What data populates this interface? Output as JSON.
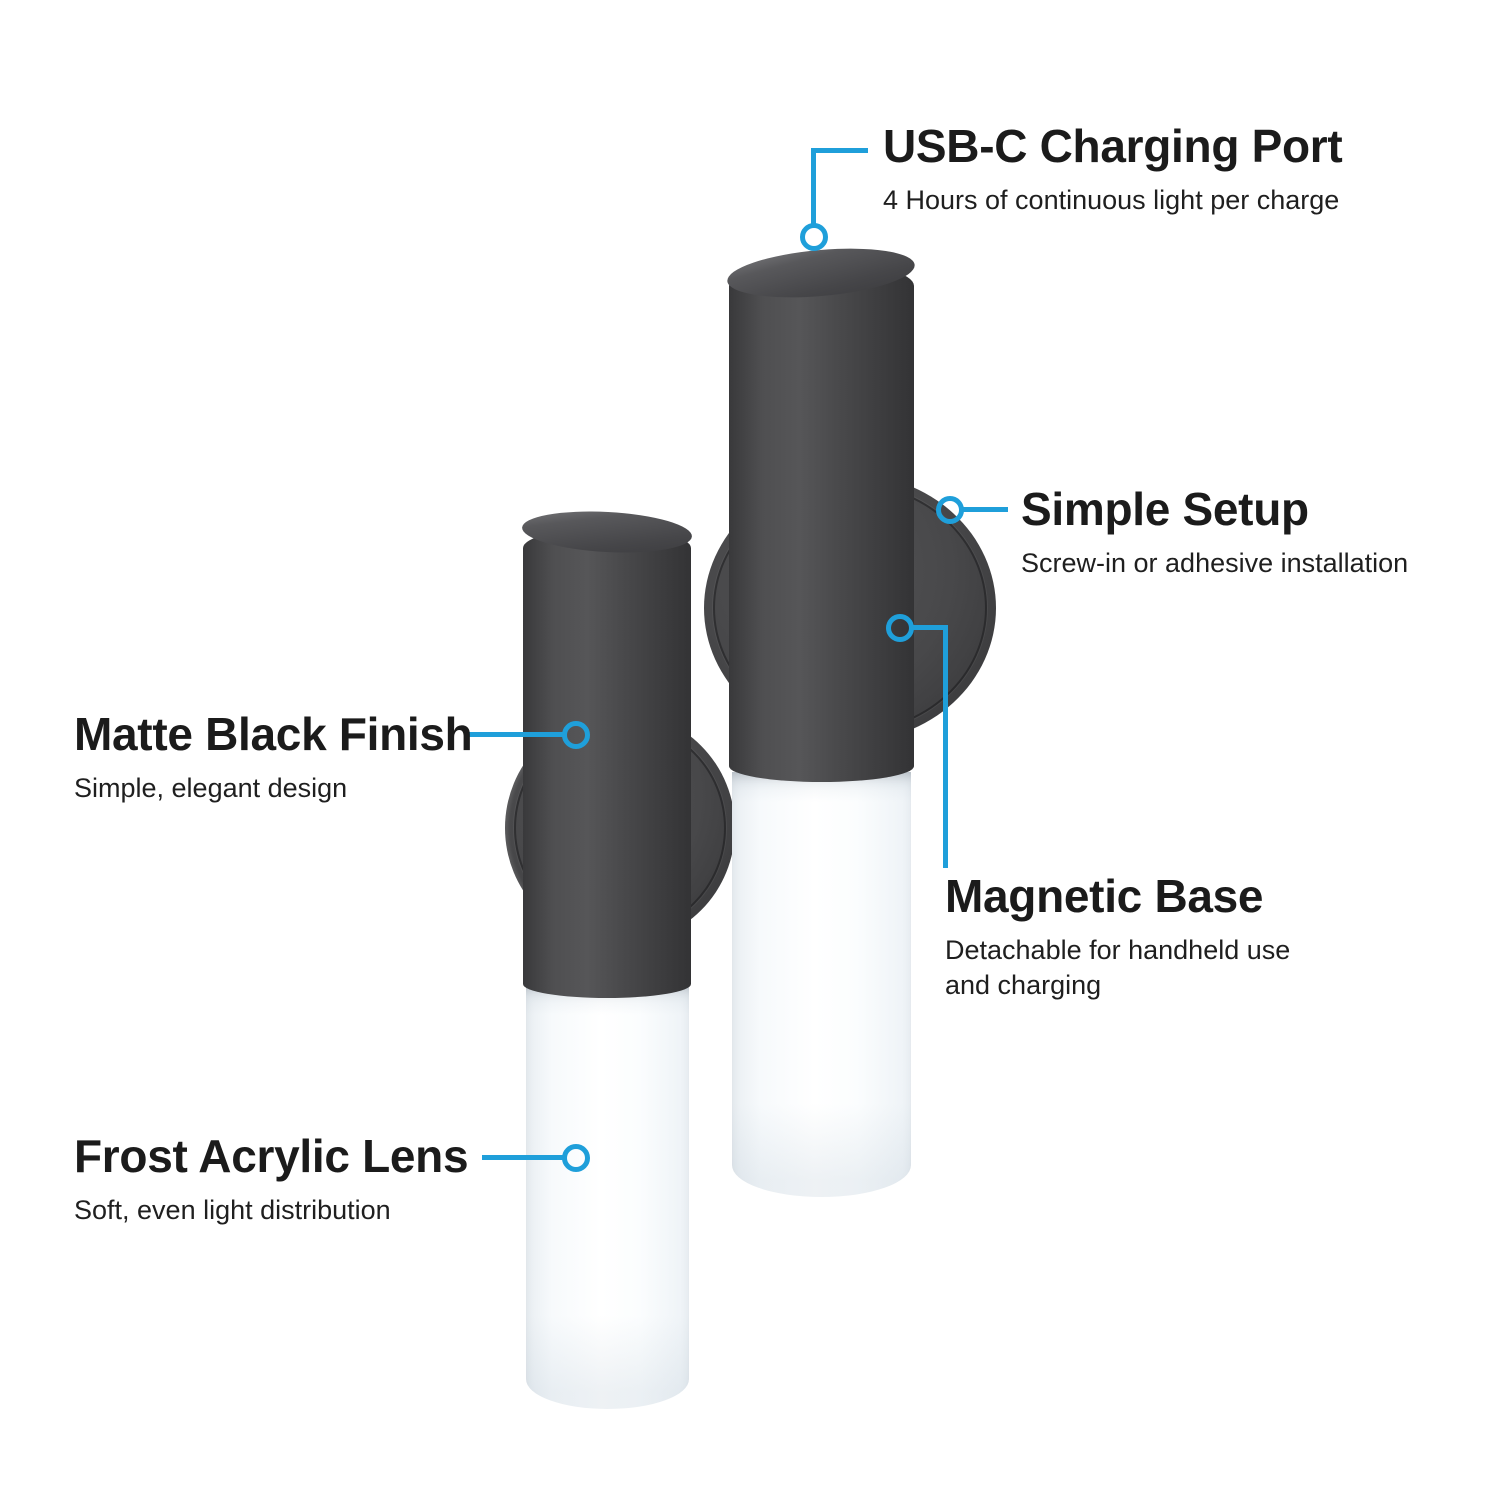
{
  "page": {
    "background": "#ffffff",
    "accent": "#1f9fda"
  },
  "product": {
    "body_color": "#4a4a4c",
    "lens_color": "#f7fafc",
    "disc_color": "#454547"
  },
  "callouts": {
    "usb_charging_port": {
      "title": "USB-C Charging Port",
      "subtitle": "4 Hours of continuous light per charge"
    },
    "simple_setup": {
      "title": "Simple Setup",
      "subtitle": "Screw-in or adhesive installation"
    },
    "magnetic_base": {
      "title": "Magnetic Base",
      "subtitle": "Detachable for handheld use and charging"
    },
    "matte_black_finish": {
      "title": "Matte Black Finish",
      "subtitle": "Simple, elegant design"
    },
    "frost_acrylic_lens": {
      "title": "Frost Acrylic Lens",
      "subtitle": "Soft, even light distribution"
    }
  }
}
